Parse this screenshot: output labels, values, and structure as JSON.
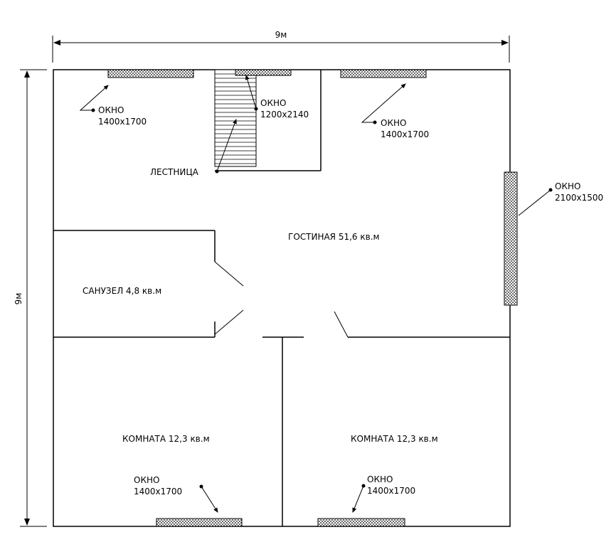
{
  "dimensions": {
    "top": "9м",
    "left": "9м"
  },
  "rooms": {
    "living": "ГОСТИНАЯ 51,6 кв.м",
    "bathroom": "САНУЗЕЛ 4,8 кв.м",
    "room_left": "КОМНАТА 12,3 кв.м",
    "room_right": "КОМНАТА 12,3 кв.м"
  },
  "stairs": {
    "label": "ЛЕСТНИЦА"
  },
  "windows": {
    "top_left": {
      "title": "ОКНО",
      "size": "1400х1700"
    },
    "top_mid": {
      "title": "ОКНО",
      "size": "1200х2140"
    },
    "top_right": {
      "title": "ОКНО",
      "size": "1400х1700"
    },
    "right": {
      "title": "ОКНО",
      "size": "2100х1500"
    },
    "bottom_left": {
      "title": "ОКНО",
      "size": "1400х1700"
    },
    "bottom_right": {
      "title": "ОКНО",
      "size": "1400х1700"
    }
  }
}
